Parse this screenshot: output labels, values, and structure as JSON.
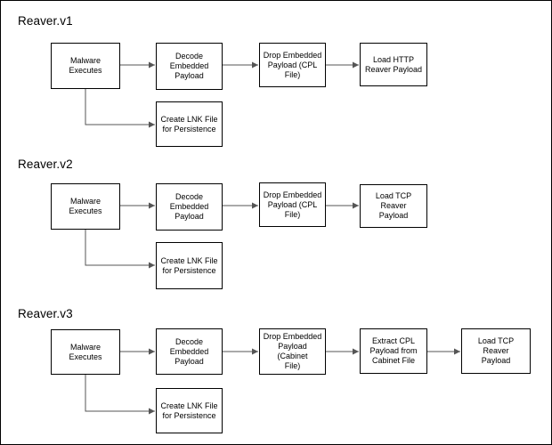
{
  "diagram": {
    "sections": [
      {
        "title": "Reaver.v1",
        "nodes": [
          {
            "id": "exec",
            "label": "Malware\nExecutes"
          },
          {
            "id": "decode",
            "label": "Decode\nEmbedded\nPayload"
          },
          {
            "id": "drop",
            "label": "Drop Embedded\nPayload (CPL\nFile)"
          },
          {
            "id": "load",
            "label": "Load HTTP\nReaver Payload"
          },
          {
            "id": "lnk",
            "label": "Create LNK File\nfor Persistence"
          }
        ]
      },
      {
        "title": "Reaver.v2",
        "nodes": [
          {
            "id": "exec",
            "label": "Malware\nExecutes"
          },
          {
            "id": "decode",
            "label": "Decode\nEmbedded\nPayload"
          },
          {
            "id": "drop",
            "label": "Drop Embedded\nPayload (CPL\nFile)"
          },
          {
            "id": "load",
            "label": "Load TCP Reaver\nPayload"
          },
          {
            "id": "lnk",
            "label": "Create LNK File\nfor Persistence"
          }
        ]
      },
      {
        "title": "Reaver.v3",
        "nodes": [
          {
            "id": "exec",
            "label": "Malware\nExecutes"
          },
          {
            "id": "decode",
            "label": "Decode\nEmbedded\nPayload"
          },
          {
            "id": "drop",
            "label": "Drop Embedded\nPayload (Cabinet\nFile)"
          },
          {
            "id": "extract",
            "label": "Extract CPL\nPayload from\nCabinet File"
          },
          {
            "id": "load",
            "label": "Load TCP Reaver\nPayload"
          },
          {
            "id": "lnk",
            "label": "Create LNK File\nfor Persistence"
          }
        ]
      }
    ],
    "colors": {
      "stroke": "#000000",
      "arrow": "#555555",
      "background": "#ffffff"
    }
  }
}
